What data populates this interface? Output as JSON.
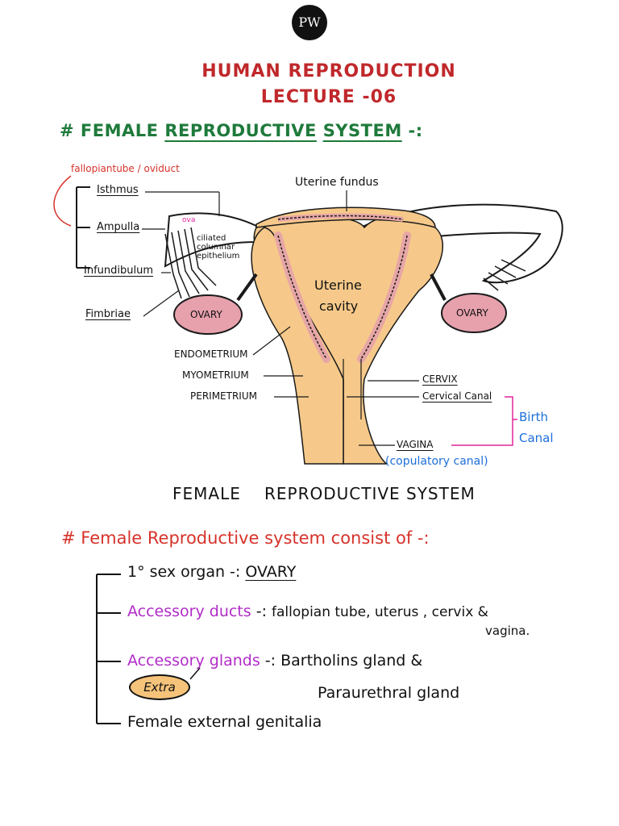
{
  "logo": {
    "text": "PW"
  },
  "title": {
    "line1": "HUMAN REPRODUCTION",
    "line2": "LECTURE -06"
  },
  "heading": {
    "hash": "#",
    "w1": "FEMALE",
    "w2": "REPRODUCTIVE",
    "w3": "SYSTEM",
    "suffix": "-:"
  },
  "diagram": {
    "fallopian_label": "fallopiantube / oviduct",
    "isthmus": "Isthmus",
    "ampulla": "Ampulla",
    "infundibulum": "Infundibulum",
    "fimbriae": "Fimbriae",
    "ova": "ova",
    "ciliated": "ciliated",
    "columnar": "columnar",
    "epithelium": "epithelium",
    "uterine_fundus": "Uterine fundus",
    "uterine_cavity_1": "Uterine",
    "uterine_cavity_2": "cavity",
    "ovary_left": "OVARY",
    "ovary_right": "OVARY",
    "endometrium": "ENDOMETRIUM",
    "myometrium": "MYOMETRIUM",
    "perimetrium": "PERIMETRIUM",
    "cervix": "CERVIX",
    "cervical_canal": "Cervical Canal",
    "vagina": "VAGINA",
    "birth_canal_1": "Birth",
    "birth_canal_2": "Canal",
    "copulatory": "(copulatory canal)",
    "colors": {
      "tissue": "#f6c98a",
      "lining": "#e7a6a6",
      "ovary": "#e6a1ad",
      "outline": "#1a1a1a"
    }
  },
  "caption": {
    "w1": "FEMALE",
    "w2": "REPRODUCTIVE",
    "w3": "SYSTEM"
  },
  "section2": {
    "heading": "# Female Reproductive system consist of -:"
  },
  "list": {
    "item1_label": "1° sex organ -:",
    "item1_value": "OVARY",
    "item2_label": "Accessory ducts",
    "item2_sep": "-:",
    "item2_value_a": "fallopian tube, uterus , cervix &",
    "item2_value_b": "vagina.",
    "item3_label": "Accessory glands",
    "item3_sep": "-:",
    "item3_value_a": "Bartholins gland &",
    "item3_value_b": "Paraurethral gland",
    "extra": "Extra",
    "item4_label": "Female external genitalia"
  }
}
